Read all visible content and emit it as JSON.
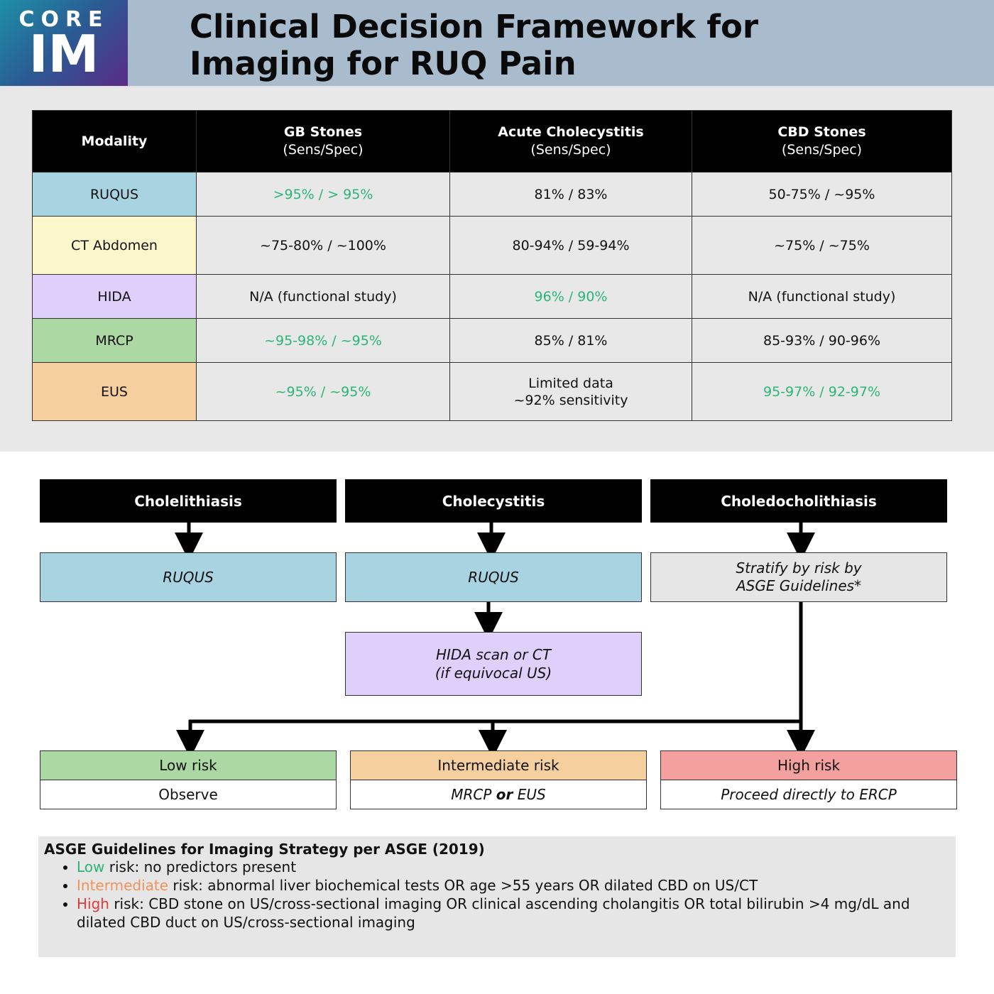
{
  "header": {
    "logo_top": "CORE",
    "logo_bottom": "IM",
    "title_line1": "Clinical Decision Framework for",
    "title_line2": "Imaging for RUQ Pain"
  },
  "table": {
    "headers": {
      "modality": "Modality",
      "gb": "GB Stones",
      "ac": "Acute Cholecystitis",
      "cbd": "CBD Stones",
      "sub": "(Sens/Spec)"
    },
    "rows": [
      {
        "label": "RUQUS",
        "color": "#a8d4e2",
        "gb": ">95% / > 95%",
        "ac": "81% / 83%",
        "cbd": "50-75% / ~95%"
      },
      {
        "label": "CT Abdomen",
        "color": "#fcf6cb",
        "gb": "~75-80% / ~100%",
        "ac": "80-94% / 59-94%",
        "cbd": "~75% / ~75%"
      },
      {
        "label": "HIDA",
        "color": "#ded0fa",
        "gb": "N/A  (functional study)",
        "ac": "96% / 90%",
        "cbd": "N/A (functional study)"
      },
      {
        "label": "MRCP",
        "color": "#acd8a3",
        "gb": "~95-98% / ~95%",
        "ac": "85% / 81%",
        "cbd": "85-93% / 90-96%"
      },
      {
        "label": "EUS",
        "color": "#f6cf9f",
        "gb": "~95% / ~95%",
        "ac_line1": "Limited data",
        "ac_line2": "~92% sensitivity",
        "cbd": "95-97% / 92-97%"
      }
    ],
    "highlight_color": "#2bb673"
  },
  "flow": {
    "col1_header": "Cholelithiasis",
    "col2_header": "Cholecystitis",
    "col3_header": "Choledocholithiasis",
    "col1_step": "RUQUS",
    "col2_step": "RUQUS",
    "col3_step_line1": "Stratify by risk by",
    "col3_step_line2": "ASGE Guidelines*",
    "col2_step2_line1": "HIDA scan or CT",
    "col2_step2_line2": "(if equivocal US)",
    "low_header": "Low risk",
    "low_action": "Observe",
    "mid_header": "Intermediate risk",
    "mid_action_a": "MRCP",
    "mid_action_or": "or",
    "mid_action_b": "EUS",
    "high_header": "High risk",
    "high_action": "Proceed directly to ERCP"
  },
  "guidelines": {
    "title": "ASGE Guidelines for Imaging Strategy per ASGE (2019)",
    "items": [
      {
        "level": "Low",
        "text": " risk: no predictors present"
      },
      {
        "level": "Intermediate",
        "text": " risk: abnormal liver biochemical tests OR age >55 years OR dilated CBD on US/CT"
      },
      {
        "level": "High",
        "text": " risk: CBD stone on US/cross-sectional imaging OR clinical ascending cholangitis OR total bilirubin >4 mg/dL and dilated CBD duct on US/cross-sectional imaging"
      }
    ]
  }
}
